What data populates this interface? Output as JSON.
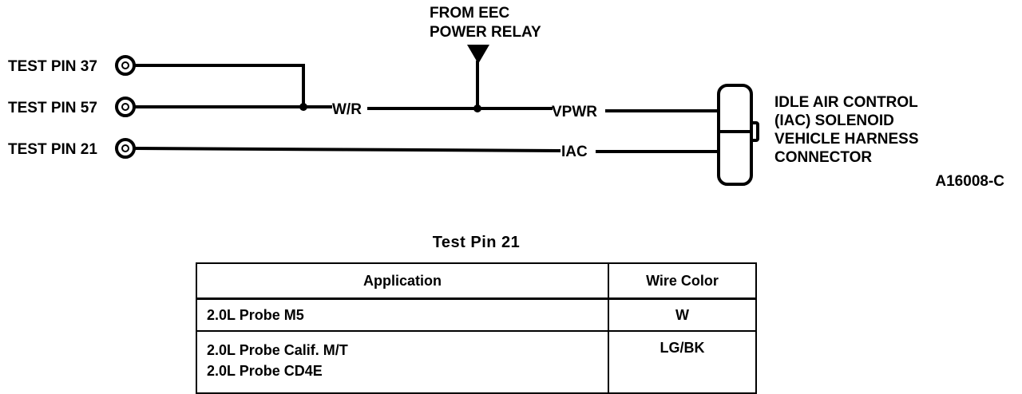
{
  "diagram": {
    "pins": [
      {
        "label": "TEST PIN 37"
      },
      {
        "label": "TEST PIN 57"
      },
      {
        "label": "TEST PIN 21"
      }
    ],
    "wire_labels": {
      "wr": "W/R",
      "vpwr": "VPWR",
      "iac": "IAC"
    },
    "relay_label": [
      "FROM EEC",
      "POWER RELAY"
    ],
    "connector_label": [
      "IDLE AIR CONTROL",
      "(IAC) SOLENOID",
      "VEHICLE HARNESS",
      "CONNECTOR"
    ],
    "figure_id": "A16008-C"
  },
  "table": {
    "title": "Test Pin 21",
    "headers": {
      "application": "Application",
      "wire_color": "Wire Color"
    },
    "rows": [
      {
        "applications": [
          "2.0L Probe M5"
        ],
        "wire_color": "W"
      },
      {
        "applications": [
          "2.0L Probe Calif. M/T",
          "2.0L Probe CD4E"
        ],
        "wire_color": "LG/BK"
      }
    ]
  }
}
